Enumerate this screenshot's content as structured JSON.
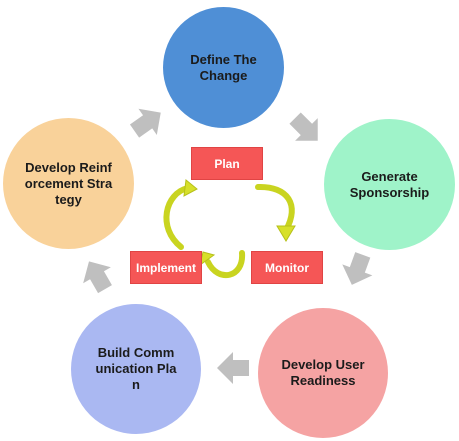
{
  "nodes": {
    "define": {
      "label": "Define The Change",
      "color": "#4f8fd6"
    },
    "sponsor": {
      "label": "Generate Sponsorship",
      "color": "#9ff3c9"
    },
    "readiness": {
      "label": "Develop User Readiness",
      "color": "#f5a3a3"
    },
    "communication": {
      "label": "Build Communication Plan",
      "color": "#aab8f2"
    },
    "reinforcement": {
      "label": "Develop Reinforcement Strategy",
      "color": "#f9d29a"
    }
  },
  "cycle": {
    "plan": "Plan",
    "monitor": "Monitor",
    "implement": "Implement",
    "tag_color": "#f55656",
    "arrow_color": "#d7e02a"
  },
  "connector_color": "#bfbfbf"
}
